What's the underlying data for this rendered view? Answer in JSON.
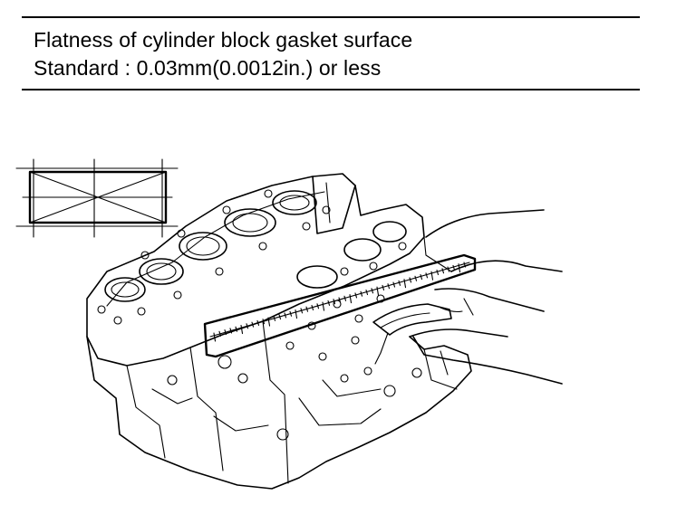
{
  "spec": {
    "title": "Flatness of cylinder block gasket surface",
    "standard": "Standard :  0.03mm(0.0012in.)  or less"
  },
  "figure": {
    "icons": [
      "measurement-pattern-icon",
      "cylinder-block-drawing",
      "straight-edge-drawing",
      "feeler-gauge-drawing",
      "hand-drawing"
    ]
  }
}
